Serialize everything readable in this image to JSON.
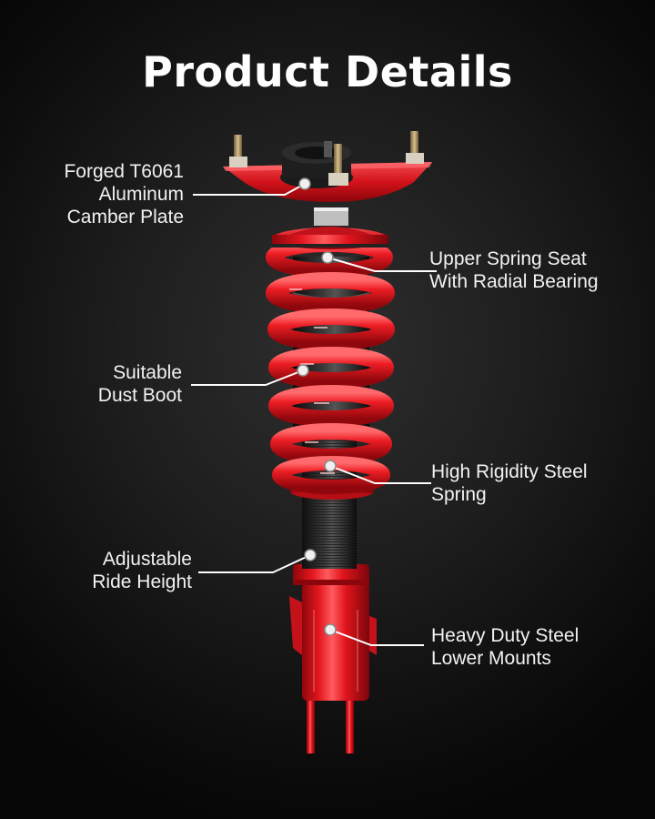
{
  "title": "Product Details",
  "colors": {
    "accent_red": "#e0141c",
    "dark_red": "#9c0a10",
    "background": "#1e1e1e",
    "text": "#ffffff",
    "callout_line": "#ffffff"
  },
  "callouts": [
    {
      "id": "camber-plate",
      "side": "left",
      "lines": [
        "Forged T6061",
        "Aluminum",
        "Camber Plate"
      ]
    },
    {
      "id": "upper-spring-seat",
      "side": "right",
      "lines": [
        "Upper Spring Seat",
        "With Radial Bearing"
      ]
    },
    {
      "id": "dust-boot",
      "side": "left",
      "lines": [
        "Suitable",
        "Dust Boot"
      ]
    },
    {
      "id": "steel-spring",
      "side": "right",
      "lines": [
        "High Rigidity Steel",
        "Spring"
      ]
    },
    {
      "id": "ride-height",
      "side": "left",
      "lines": [
        "Adjustable",
        "Ride Height"
      ]
    },
    {
      "id": "lower-mounts",
      "side": "right",
      "lines": [
        "Heavy Duty Steel",
        "Lower Mounts"
      ]
    }
  ]
}
